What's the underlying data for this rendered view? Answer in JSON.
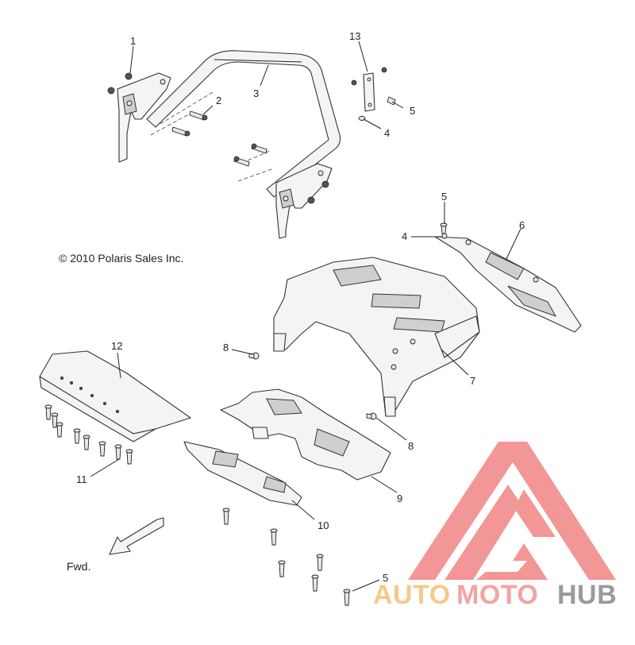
{
  "diagram": {
    "copyright": "© 2010 Polaris Sales Inc.",
    "forward_label": "Fwd.",
    "callouts": {
      "c1": "1",
      "c2": "2",
      "c3": "3",
      "c4a": "4",
      "c4b": "4",
      "c5a": "5",
      "c5b": "5",
      "c5c": "5",
      "c6": "6",
      "c7": "7",
      "c8a": "8",
      "c8b": "8",
      "c9": "9",
      "c10": "10",
      "c11": "11",
      "c12": "12",
      "c13": "13"
    }
  },
  "watermark": {
    "part1": "AUTO",
    "part2": "MOTO",
    "part3": "HUB",
    "color_part1": "#f6c98a",
    "color_part2": "#f4a3a3",
    "color_part3": "#9a9a9a",
    "logo_color": "#f28b8b"
  }
}
